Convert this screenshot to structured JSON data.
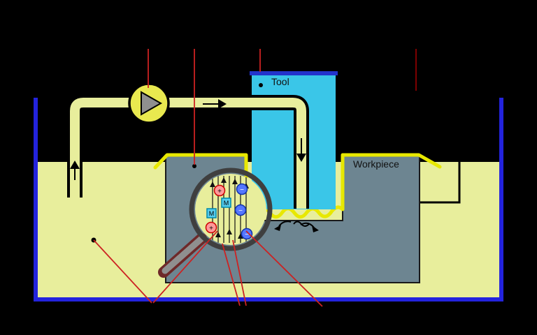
{
  "diagram": {
    "labels": {
      "tool": "Tool",
      "workpiece": "Workpiece"
    },
    "ions": {
      "cation": "+",
      "metal": "M",
      "anion": "−"
    },
    "colors": {
      "background": "#000000",
      "tank_border": "#2323dd",
      "electrolyte": "#e8ee9c",
      "tool_fill": "#3ac6e8",
      "tool_top_edge": "#2233cc",
      "workpiece_fill": "#6d8591",
      "gap_line": "#e8e800",
      "pump_fill": "#e9e94f",
      "pump_rotor": "#8f8f8f",
      "annotation_line": "#cc2222",
      "cation_fill": "#ff9999",
      "anion_fill": "#5577ff",
      "metal_fill": "#55ccee"
    }
  }
}
